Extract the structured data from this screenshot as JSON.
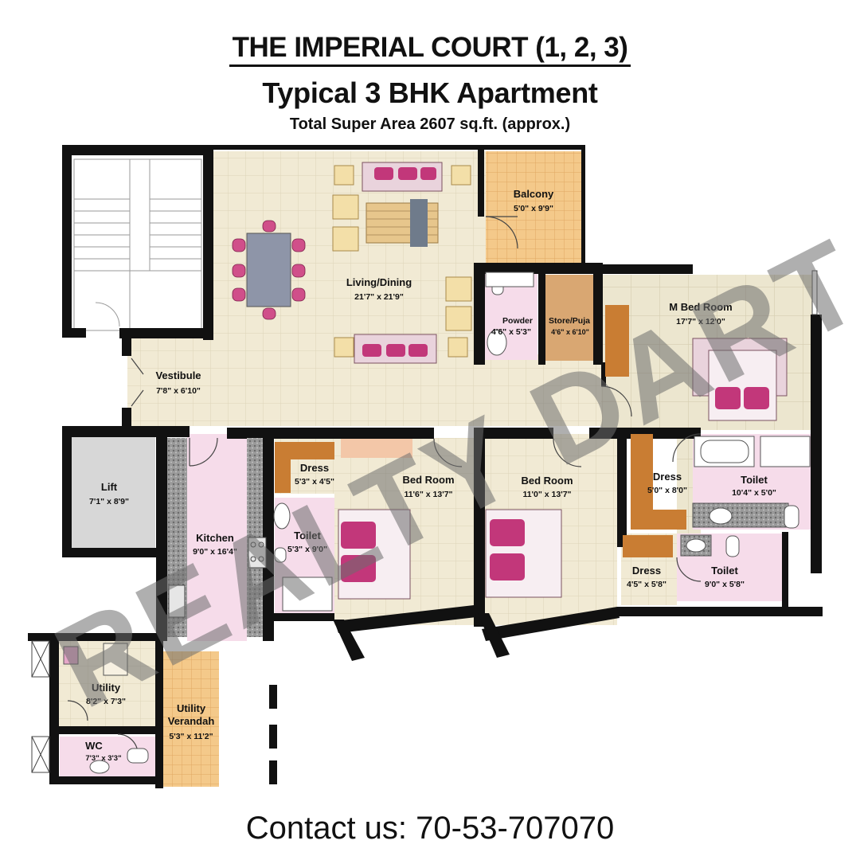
{
  "header": {
    "title": "THE IMPERIAL COURT (1, 2, 3)",
    "subtitle": "Typical 3 BHK Apartment",
    "area_note": "Total Super Area 2607 sq.ft. (approx.)"
  },
  "rooms": {
    "balcony": {
      "name": "Balcony",
      "size": "5'0\" x 9'9\""
    },
    "living": {
      "name": "Living/Dining",
      "size": "21'7\" x 21'9\""
    },
    "powder": {
      "name": "Powder",
      "size": "4'6\" x 5'3\""
    },
    "store": {
      "name": "Store/Puja",
      "size": "4'6\" x 6'10\""
    },
    "master": {
      "name": "M Bed Room",
      "size": "17'7\" x 12'0\""
    },
    "vestibule": {
      "name": "Vestibule",
      "size": "7'8\" x 6'10\""
    },
    "lift": {
      "name": "Lift",
      "size": "7'1\" x 8'9\""
    },
    "kitchen": {
      "name": "Kitchen",
      "size": "9'0\" x 16'4\""
    },
    "dress1": {
      "name": "Dress",
      "size": "5'3\" x 4'5\""
    },
    "bed1": {
      "name": "Bed Room",
      "size": "11'6\" x 13'7\""
    },
    "toilet1": {
      "name": "Toilet",
      "size": "5'3\" x 9'0\""
    },
    "bed2": {
      "name": "Bed Room",
      "size": "11'0\" x 13'7\""
    },
    "dress_m": {
      "name": "Dress",
      "size": "5'0\" x 8'0\""
    },
    "toilet_m": {
      "name": "Toilet",
      "size": "10'4\" x 5'0\""
    },
    "dress2": {
      "name": "Dress",
      "size": "4'5\" x 5'8\""
    },
    "toilet2": {
      "name": "Toilet",
      "size": "9'0\" x 5'8\""
    },
    "utility": {
      "name": "Utility",
      "size": "8'2\" x 7'3\""
    },
    "verandah": {
      "name": "Utility\nVerandah",
      "size": "5'3\" x 11'2\""
    },
    "wc": {
      "name": "WC",
      "size": "7'3\" x 3'3\""
    }
  },
  "watermark": "REALTY DART",
  "contact": "Contact us: 70-53-707070",
  "colors": {
    "floor": "#f1ead4",
    "tile_grid": "#dcd3b6",
    "wall": "#111111",
    "balcony": "#f2c27a",
    "wood": "#c97d33",
    "bath": "#f6dcea",
    "sofa": "#c2377a",
    "lift": "#d7d7d7"
  }
}
